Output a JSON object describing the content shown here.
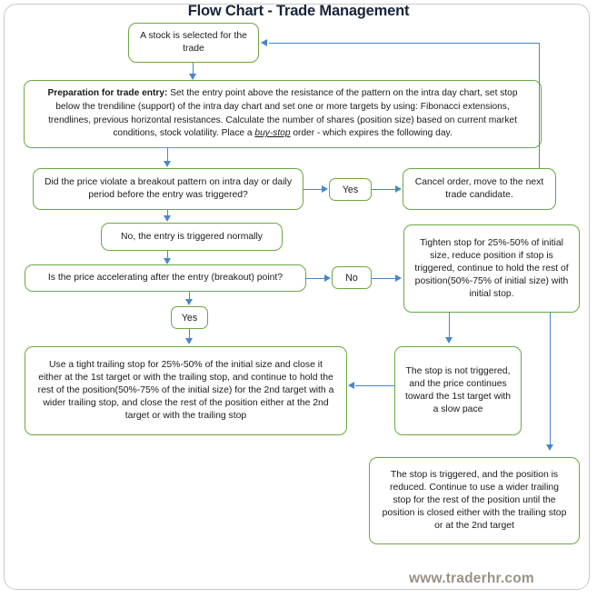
{
  "title": "Flow Chart - Trade Management",
  "watermark": "www.traderhr.com",
  "colors": {
    "node_border": "#6aa844",
    "connector": "#4a86c8",
    "title_text": "#17243a",
    "watermark_text": "#9a9185",
    "frame_border": "#c9c9c9",
    "background": "#ffffff"
  },
  "nodes": {
    "start": "A stock is selected for the trade",
    "preparation_label": "Preparation for trade entry:",
    "preparation_body_1": " Set the entry point above the resistance of the pattern on the intra day chart, set stop below the trendiline (support) of the intra day chart and set one or more targets by using: Fibonacci extensions, trendlines, previous horizontal resistances. Calculate the number of shares (position size) based on current market conditions, stock volatility. Place a ",
    "preparation_emphasis": "buy-stop",
    "preparation_body_2": " order - which expires the following day.",
    "violate_question": "Did the price violate a breakout pattern on intra day or daily period before the entry was triggered?",
    "decision_yes_1": "Yes",
    "cancel_order": "Cancel order, move to the next trade candidate.",
    "entry_normal": "No, the entry is triggered normally",
    "accelerating_question": "Is the price accelerating after the entry (breakout) point?",
    "decision_no": "No",
    "decision_yes_2": "Yes",
    "tighten_stop": "Tighten stop for 25%-50% of initial size, reduce position if stop is triggered, continue to hold the rest of position(50%-75% of initial size) with initial stop.",
    "tight_trailing": "Use a tight trailing stop for 25%-50% of the initial size and close it either at the 1st target or with the trailing stop, and continue to hold the rest of the position(50%-75% of the initial size) for the 2nd target with a wider trailing stop, and close the rest of the position either at the 2nd target or with the trailing stop",
    "stop_not_triggered": "The stop is not triggered, and the price continues toward the 1st target with a slow pace",
    "stop_triggered": "The stop is triggered, and the position is reduced. Continue to use a wider trailing stop for the rest of the position until the position is closed either with the trailing stop or at the 2nd target"
  }
}
